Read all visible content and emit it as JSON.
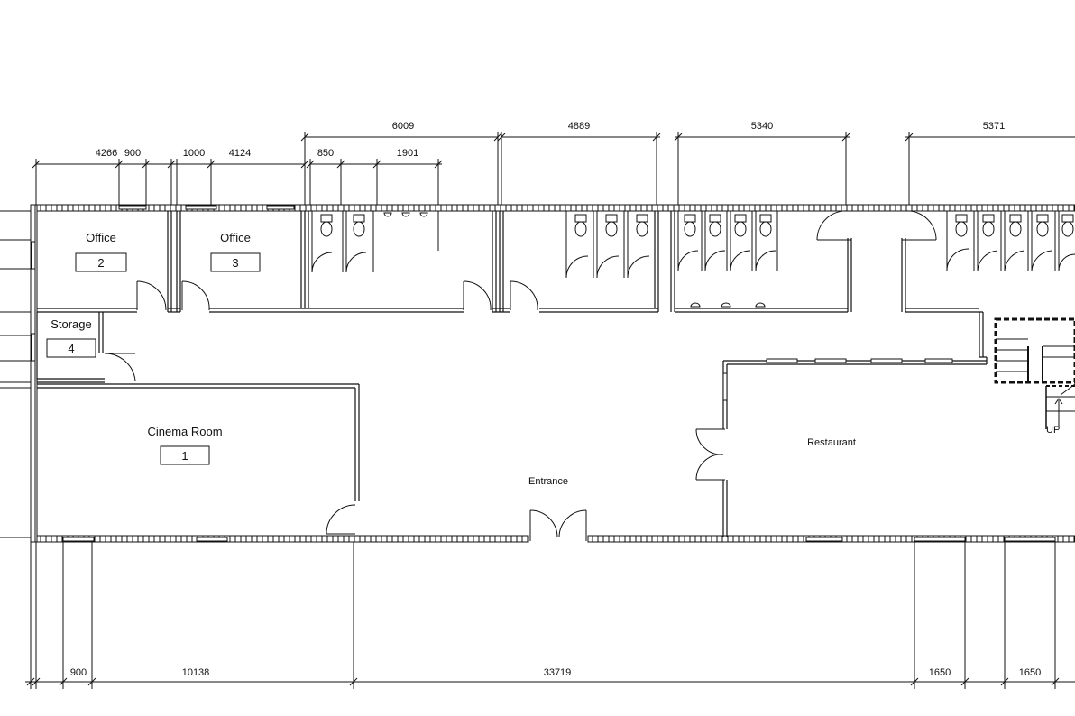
{
  "rooms": {
    "office2": {
      "name": "Office",
      "number": "2"
    },
    "office3": {
      "name": "Office",
      "number": "3"
    },
    "storage": {
      "name": "Storage",
      "number": "4"
    },
    "cinema": {
      "name": "Cinema Room",
      "number": "1"
    },
    "restaurant": {
      "name": "Restaurant"
    },
    "entrance": {
      "name": "Entrance"
    }
  },
  "stair": {
    "label": "UP"
  },
  "dimensions": {
    "top": [
      "4266",
      "900",
      "1000",
      "4124",
      "850",
      "1901",
      "6009",
      "4889",
      "5340",
      "5371"
    ],
    "bottom": [
      "900",
      "10138",
      "33719",
      "1650",
      "1650"
    ]
  },
  "colors": {
    "line": "#111111",
    "background": "#ffffff"
  }
}
